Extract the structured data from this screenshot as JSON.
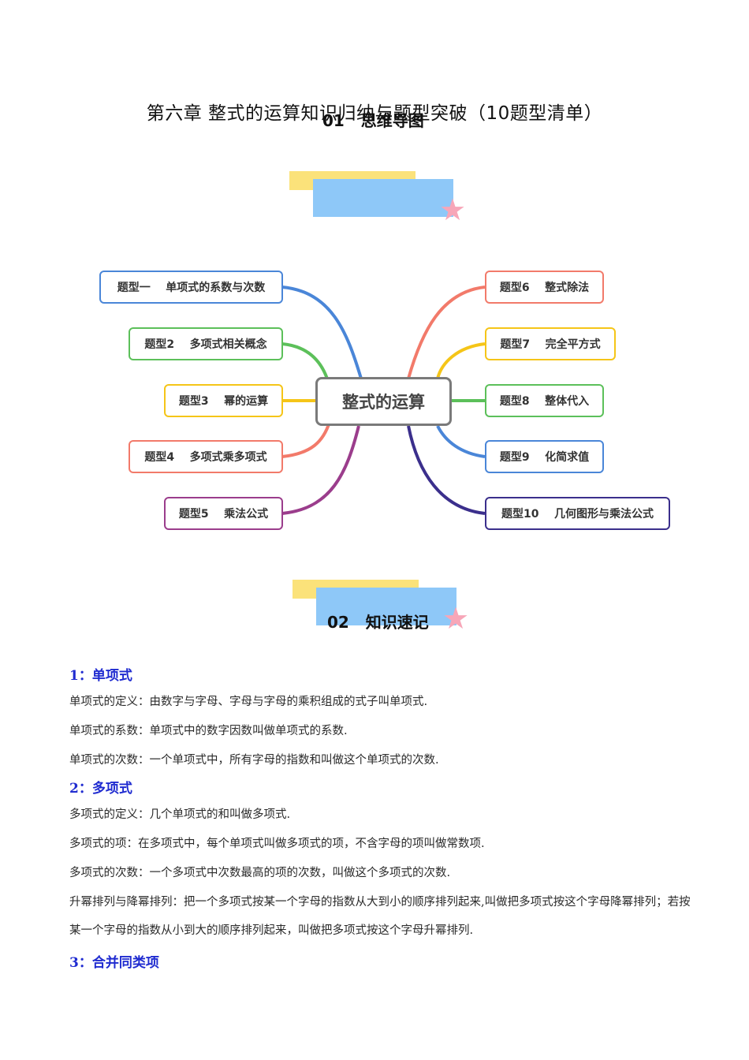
{
  "document": {
    "title": "第六章  整式的运算知识归纳与题型突破（10题型清单）"
  },
  "banners": [
    {
      "label": "01   思维导图"
    },
    {
      "label": "02   知识速记"
    }
  ],
  "mindmap": {
    "center": "整式的运算",
    "left_nodes": [
      {
        "label": "题型一    单项式的系数与次数",
        "color": "#4a86d8"
      },
      {
        "label": "题型2    多项式相关概念",
        "color": "#5cc05a"
      },
      {
        "label": "题型3    幂的运算",
        "color": "#f5c518"
      },
      {
        "label": "题型4    多项式乘多项式",
        "color": "#f27a6a"
      },
      {
        "label": "题型5    乘法公式",
        "color": "#9b3d8c"
      }
    ],
    "right_nodes": [
      {
        "label": "题型6    整式除法",
        "color": "#f27a6a"
      },
      {
        "label": "题型7    完全平方式",
        "color": "#f5c518"
      },
      {
        "label": "题型8    整体代入",
        "color": "#5cc05a"
      },
      {
        "label": "题型9    化简求值",
        "color": "#4a86d8"
      },
      {
        "label": "题型10    几何图形与乘法公式",
        "color": "#3b2f8c"
      }
    ]
  },
  "sections": [
    {
      "heading": "1：单项式",
      "paragraphs": [
        "单项式的定义：由数字与字母、字母与字母的乘积组成的式子叫单项式.",
        "单项式的系数：单项式中的数字因数叫做单项式的系数.",
        "单项式的次数：一个单项式中，所有字母的指数和叫做这个单项式的次数."
      ]
    },
    {
      "heading": "2：多项式",
      "paragraphs": [
        "多项式的定义：几个单项式的和叫做多项式.",
        "多项式的项：在多项式中，每个单项式叫做多项式的项，不含字母的项叫做常数项.",
        "多项式的次数：一个多项式中次数最高的项的次数，叫做这个多项式的次数.",
        "升幂排列与降幂排列：把一个多项式按某一个字母的指数从大到小的顺序排列起来,叫做把多项式按这个字母降幂排列；若按某一个字母的指数从小到大的顺序排列起来，叫做把多项式按这个字母升幂排列."
      ]
    },
    {
      "heading": "3：合并同类项",
      "paragraphs": []
    }
  ]
}
